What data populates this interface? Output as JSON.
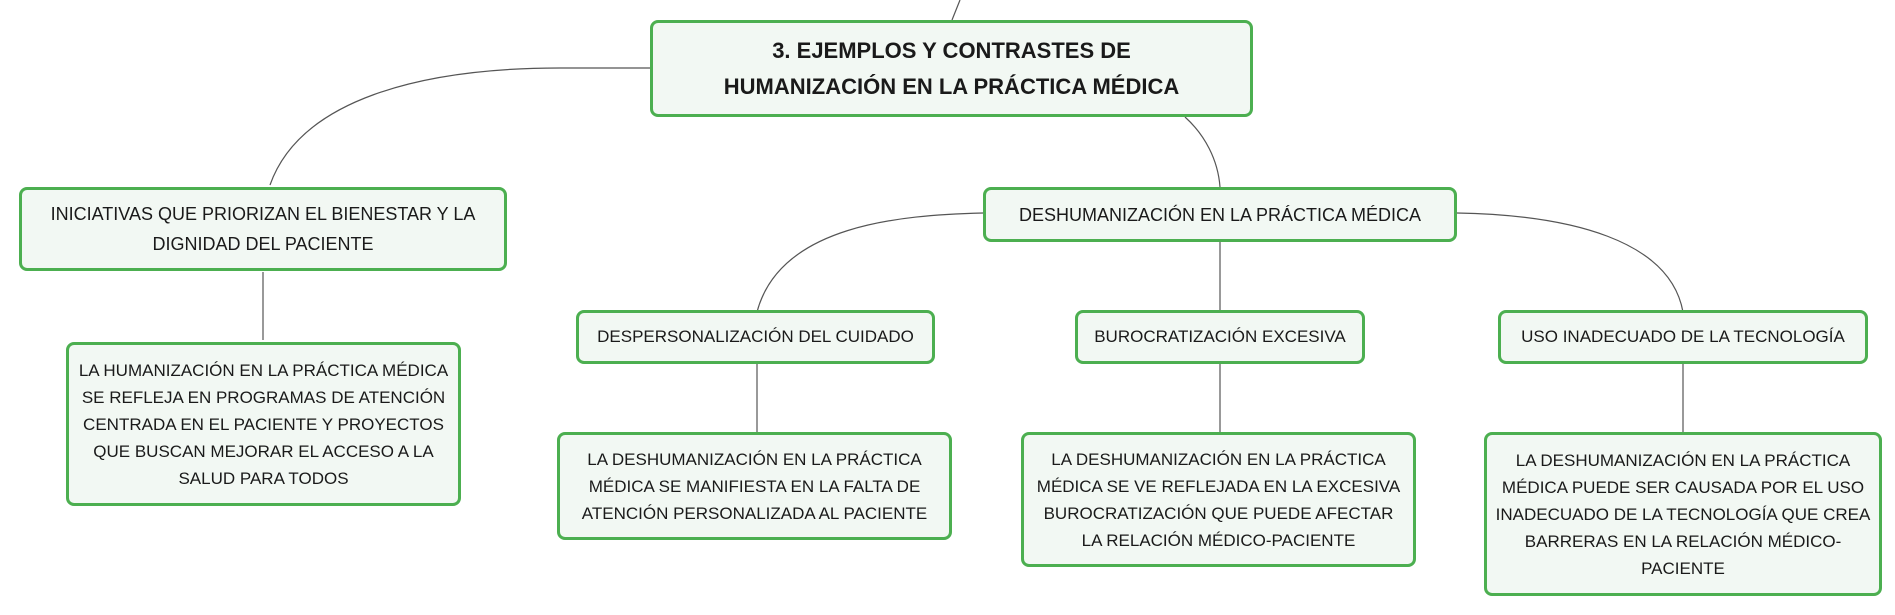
{
  "diagram": {
    "root": {
      "label": "3. EJEMPLOS Y CONTRASTES DE HUMANIZACIÓN EN LA PRÁCTICA MÉDICA"
    },
    "branch_left": {
      "label": "INICIATIVAS QUE PRIORIZAN EL BIENESTAR Y LA DIGNIDAD DEL PACIENTE",
      "detail": "LA HUMANIZACIÓN EN LA PRÁCTICA MÉDICA SE REFLEJA EN PROGRAMAS DE ATENCIÓN CENTRADA EN EL PACIENTE Y PROYECTOS QUE BUSCAN MEJORAR EL ACCESO A LA SALUD PARA TODOS"
    },
    "branch_right": {
      "label": "DESHUMANIZACIÓN EN LA PRÁCTICA MÉDICA",
      "children": [
        {
          "label": "DESPERSONALIZACIÓN DEL CUIDADO",
          "detail": "LA DESHUMANIZACIÓN EN LA PRÁCTICA MÉDICA SE MANIFIESTA EN LA FALTA DE ATENCIÓN PERSONALIZADA AL PACIENTE"
        },
        {
          "label": "BUROCRATIZACIÓN EXCESIVA",
          "detail": "LA DESHUMANIZACIÓN EN LA PRÁCTICA MÉDICA SE VE REFLEJADA EN LA EXCESIVA BUROCRATIZACIÓN QUE PUEDE AFECTAR LA RELACIÓN MÉDICO-PACIENTE"
        },
        {
          "label": "USO INADECUADO DE LA TECNOLOGÍA",
          "detail": "LA DESHUMANIZACIÓN EN LA PRÁCTICA MÉDICA PUEDE SER CAUSADA POR EL USO INADECUADO DE LA TECNOLOGÍA QUE CREA BARRERAS EN LA RELACIÓN MÉDICO-PACIENTE"
        }
      ]
    },
    "colors": {
      "border": "#4caf50",
      "fill": "#f2f8f3",
      "connector": "#555555"
    }
  }
}
